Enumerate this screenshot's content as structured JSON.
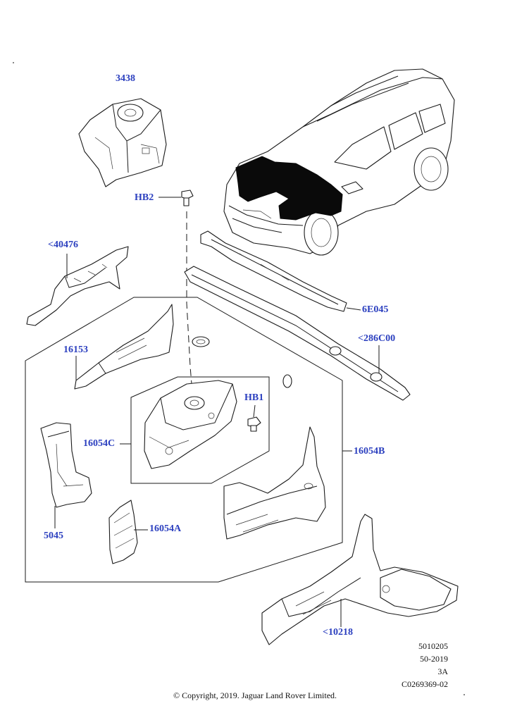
{
  "labels": {
    "p3438": "3438",
    "hb2": "HB2",
    "p40476": "<40476",
    "p6e045": "6E045",
    "p286c00": "<286C00",
    "p16153": "16153",
    "hb1": "HB1",
    "p16054c": "16054C",
    "p16054b": "16054B",
    "p5045": "5045",
    "p16054a": "16054A",
    "p10218": "<10218"
  },
  "meta": {
    "line1": "5010205",
    "line2": "50-2019",
    "line3": "3A",
    "line4": "C0269369-02"
  },
  "copyright": "© Copyright, 2019. Jaguar Land Rover Limited."
}
